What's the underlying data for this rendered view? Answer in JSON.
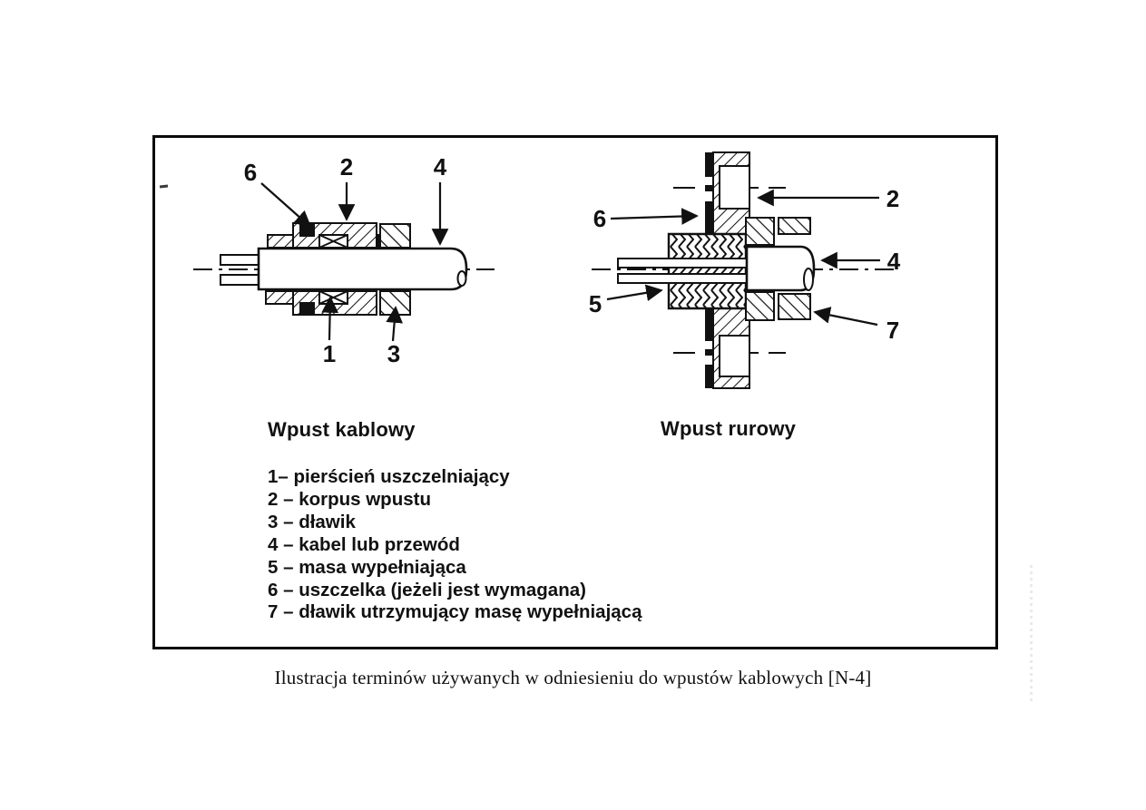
{
  "page": {
    "background": "#ffffff",
    "ink_color": "#111111"
  },
  "figure": {
    "captions": {
      "left": "Wpust kablowy",
      "right": "Wpust rurowy"
    },
    "legend": {
      "items": [
        "1– pierścień uszczelniający",
        "2 – korpus wpustu",
        "3 – dławik",
        "4 – kabel lub przewód",
        "5 – masa wypełniająca",
        "6 – uszczelka (jeżeli jest wymagana)",
        "7 – dławik utrzymujący masę wypełniającą"
      ]
    },
    "left_drawing": {
      "name": "Wpust kablowy — przekrój",
      "callouts": [
        "6",
        "2",
        "4",
        "1",
        "3"
      ]
    },
    "right_drawing": {
      "name": "Wpust rurowy — przekrój",
      "callouts": [
        "6",
        "2",
        "4",
        "5",
        "7"
      ]
    }
  },
  "caption": "Ilustracja terminów używanych w odniesieniu do wpustów kablowych [N-4]"
}
